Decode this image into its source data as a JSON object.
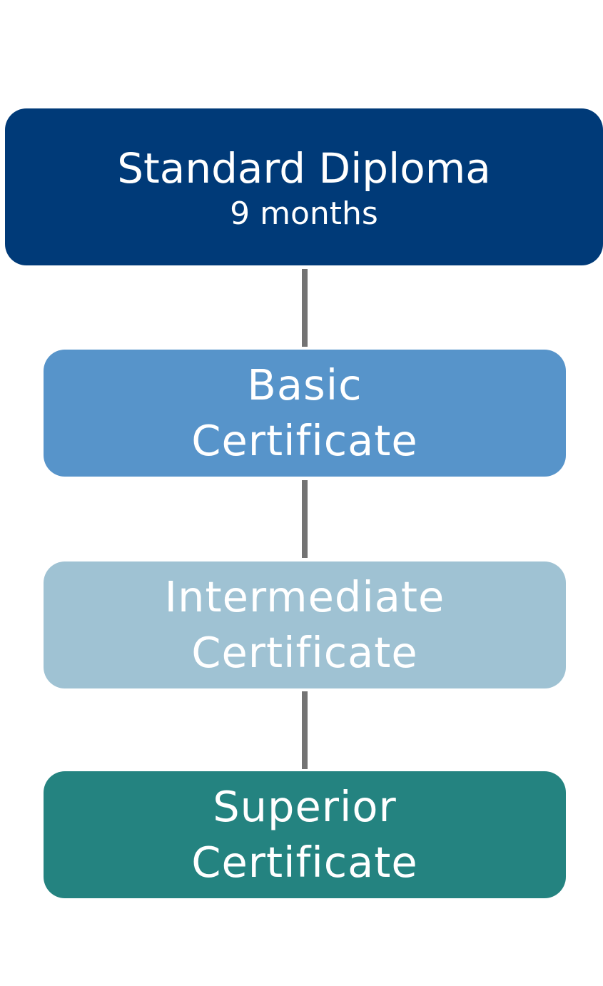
{
  "diploma": {
    "title": "Standard Diploma",
    "duration": "9 months",
    "color": "#003a78"
  },
  "certificates": [
    {
      "line1": "Basic",
      "line2": "Certificate",
      "color": "#5794ca"
    },
    {
      "line1": "Intermediate",
      "line2": "Certificate",
      "color": "#9fc2d3"
    },
    {
      "line1": "Superior",
      "line2": "Certificate",
      "color": "#248380"
    }
  ],
  "connector_color": "#737373"
}
